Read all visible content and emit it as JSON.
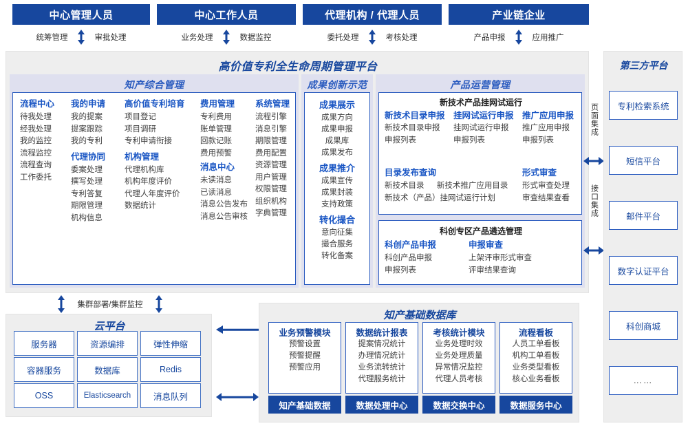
{
  "actors": [
    {
      "title": "中心管理人员",
      "left_flow": "统筹管理",
      "right_flow": "审批处理"
    },
    {
      "title": "中心工作人员",
      "left_flow": "业务处理",
      "right_flow": "数据监控"
    },
    {
      "title": "代理机构 / 代理人员",
      "left_flow": "委托处理",
      "right_flow": "考核处理"
    },
    {
      "title": "产业链企业",
      "left_flow": "产品申报",
      "right_flow": "应用推广"
    }
  ],
  "platform": {
    "title": "高价值专利全生命周期管理平台",
    "sections": {
      "zhichan": {
        "title": "知产综合管理",
        "columns": [
          {
            "groups": [
              {
                "head": "流程中心",
                "items": [
                  "待我处理",
                  "经我处理",
                  "我的监控",
                  "流程监控",
                  "流程查询",
                  "工作委托"
                ]
              }
            ]
          },
          {
            "groups": [
              {
                "head": "我的申请",
                "items": [
                  "我的提案",
                  "提案跟踪",
                  "我的专利"
                ]
              },
              {
                "head": "代理协同",
                "items": [
                  "委案处理",
                  "撰写处理",
                  "专利答复",
                  "期限管理",
                  "机构信息"
                ]
              }
            ]
          },
          {
            "groups": [
              {
                "head": "高价值专利培育",
                "items": [
                  "项目登记",
                  "项目调研",
                  "专利申请衔接"
                ]
              },
              {
                "head": "机构管理",
                "items": [
                  "代理机构库",
                  "机构年度评价",
                  "代理人年度评价",
                  "数据统计"
                ]
              }
            ]
          },
          {
            "groups": [
              {
                "head": "费用管理",
                "items": [
                  "专利费用",
                  "账单管理",
                  "回款记账",
                  "费用预警"
                ]
              },
              {
                "head": "消息中心",
                "items": [
                  "未读消息",
                  "已读消息",
                  "消息公告发布",
                  "消息公告审核"
                ]
              }
            ]
          },
          {
            "groups": [
              {
                "head": "系统管理",
                "items": [
                  "流程引擎",
                  "消息引擎",
                  "期限管理",
                  "费用配置",
                  "资源管理",
                  "用户管理",
                  "权限管理",
                  "组织机构",
                  "字典管理"
                ]
              }
            ]
          }
        ]
      },
      "chengguo": {
        "title": "成果创新示范",
        "groups": [
          {
            "head": "成果展示",
            "items": [
              "成果方向",
              "成果申报",
              "成果库",
              "成果发布"
            ]
          },
          {
            "head": "成果推介",
            "items": [
              "成果宣传",
              "成果封装",
              "支持政策"
            ]
          },
          {
            "head": "转化撮合",
            "items": [
              "意向征集",
              "撮合服务",
              "转化备案"
            ]
          }
        ]
      },
      "chanpin": {
        "title": "产品运营管理",
        "blocks": [
          {
            "title": "新技术产品挂网试运行",
            "rows": [
              {
                "cols": [
                  {
                    "head": "新技术目录申报",
                    "items": [
                      "新技术目录申报",
                      "申报列表"
                    ]
                  },
                  {
                    "head": "挂网试运行申报",
                    "items": [
                      "挂网试运行申报",
                      "申报列表"
                    ]
                  },
                  {
                    "head": "推广应用申报",
                    "items": [
                      "推广应用申报",
                      "申报列表"
                    ]
                  }
                ]
              },
              {
                "cols": [
                  {
                    "head": "目录发布查询",
                    "items": [
                      "新技术目录",
                      "新技术推广应用目录",
                      "新技术（产品）挂网试运行计划"
                    ]
                  },
                  {
                    "head": "形式审查",
                    "items": [
                      "形式审查处理",
                      "审查结果查看"
                    ]
                  }
                ]
              }
            ]
          },
          {
            "title": "科创专区产品遴选管理",
            "rows": [
              {
                "cols": [
                  {
                    "head": "科创产品申报",
                    "items": [
                      "科创产品申报",
                      "申报列表"
                    ]
                  },
                  {
                    "head": "申报审查",
                    "items": [
                      "上架评审形式审查",
                      "评审结果查询"
                    ]
                  }
                ]
              }
            ]
          }
        ]
      }
    }
  },
  "integration": {
    "page_label": "页面集成",
    "api_label": "接口集成"
  },
  "third_party": {
    "title": "第三方平台",
    "items": [
      "专利检索系统",
      "短信平台",
      "邮件平台",
      "数字认证平台",
      "科创商城",
      "……"
    ]
  },
  "cloud": {
    "cluster_label": "集群部署/集群监控",
    "title": "云平台",
    "cells": [
      "服务器",
      "资源编排",
      "弹性伸缩",
      "容器服务",
      "数据库",
      "Redis",
      "OSS",
      "Elasticsearch",
      "消息队列"
    ]
  },
  "database": {
    "title": "知产基础数据库",
    "cards": [
      {
        "head": "业务预警模块",
        "items": [
          "预警设置",
          "预警提醒",
          "预警应用"
        ],
        "foot": "知产基础数据"
      },
      {
        "head": "数据统计报表",
        "items": [
          "提案情况统计",
          "办理情况统计",
          "业务流转统计",
          "代理服务统计"
        ],
        "foot": "数据处理中心"
      },
      {
        "head": "考核统计模块",
        "items": [
          "业务处理时效",
          "业务处理质量",
          "异常情况监控",
          "代理人员考核"
        ],
        "foot": "数据交换中心"
      },
      {
        "head": "流程看板",
        "items": [
          "人员工单看板",
          "机构工单看板",
          "业务类型看板",
          "核心业务看板"
        ],
        "foot": "数据服务中心"
      }
    ]
  },
  "colors": {
    "brand_blue": "#17479e",
    "accent_blue": "#2a5bbf",
    "panel_gray": "#eeeeee",
    "section_lavender": "#dfe0ef"
  }
}
